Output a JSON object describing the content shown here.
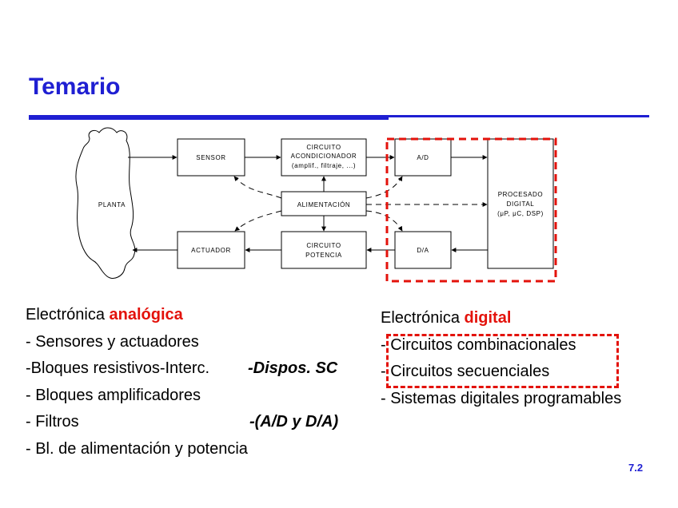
{
  "slide": {
    "title": "Temario",
    "number": "7.2"
  },
  "colors": {
    "title_blue": "#1f1fd2",
    "accent_red": "#e3120b"
  },
  "diagram": {
    "planta": "PLANTA",
    "sensor": "SENSOR",
    "conditioner": [
      "CIRCUITO",
      "ACONDICIONADOR",
      "(amplif., filtraje, ...)"
    ],
    "ad": "A/D",
    "processing": [
      "PROCESADO",
      "DIGITAL",
      "(μP, μC, DSP)"
    ],
    "power_supply": "ALIMENTACIÓN",
    "actuator": "ACTUADOR",
    "power_circuit": [
      "CIRCUITO",
      "POTENCIA"
    ],
    "da": "D/A"
  },
  "analog": {
    "heading_prefix": "Electrónica ",
    "heading_accent": "analógica",
    "items": [
      "- Sensores y actuadores",
      "-Bloques resistivos-Interc.",
      "- Bloques amplificadores",
      "- Filtros",
      "- Bl. de alimentación y potencia"
    ],
    "note_1": "-Dispos. SC",
    "note_2": "-(A/D y D/A)"
  },
  "digital": {
    "heading_prefix": "Electrónica ",
    "heading_accent": "digital",
    "items": [
      "- Circuitos combinacionales",
      "- Circuitos secuenciales",
      "- Sistemas digitales programables"
    ]
  }
}
